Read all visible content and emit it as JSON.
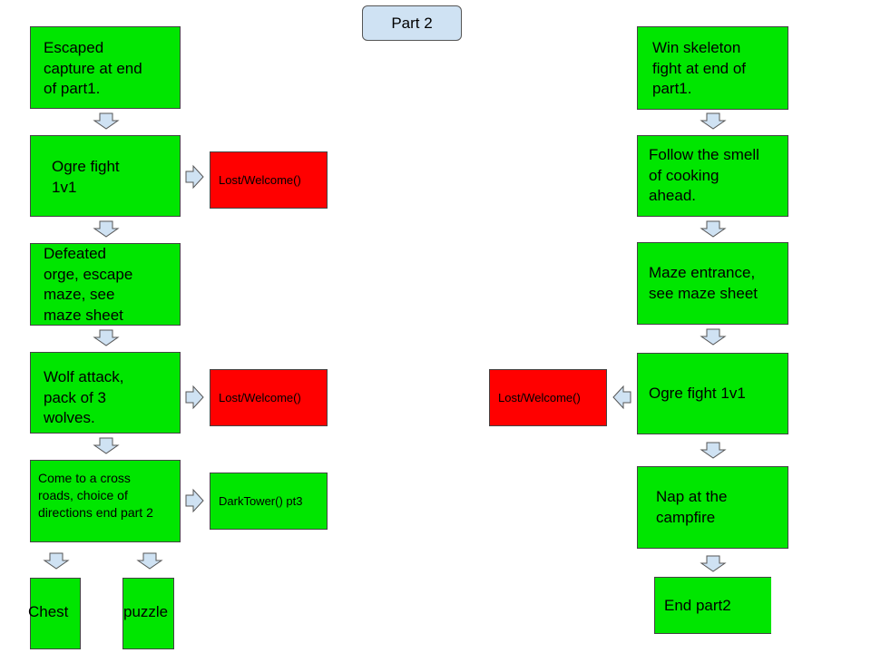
{
  "title": "Part 2",
  "left_column": {
    "escaped": "Escaped\ncapture at end\nof part1.",
    "ogre_fight": "Ogre fight\n1v1",
    "defeated_ogre": "Defeated\norge, escape\nmaze, see\nmaze sheet",
    "wolf_attack": "Wolf attack,\npack of 3\nwolves.",
    "cross_roads": "Come to a cross\nroads, choice of\ndirections end part 2",
    "chest": "Chest",
    "puzzle": "puzzle"
  },
  "left_outcomes": {
    "ogre_lost": "Lost/Welcome()",
    "wolf_lost": "Lost/Welcome()",
    "dark_tower": "DarkTower() pt3"
  },
  "right_column": {
    "win_skeleton": "Win skeleton\nfight at end of\npart1.",
    "follow_smell": "Follow the smell\nof cooking\nahead.",
    "maze_entrance": "Maze entrance,\nsee maze sheet",
    "ogre_fight": "Ogre fight 1v1",
    "nap": "Nap at the\ncampfire",
    "end": "End part2"
  },
  "right_outcomes": {
    "ogre_lost": "Lost/Welcome()"
  },
  "colors": {
    "step_green": "#00e600",
    "fail_red": "#ff0000",
    "arrow_fill": "#cfe2f3"
  }
}
